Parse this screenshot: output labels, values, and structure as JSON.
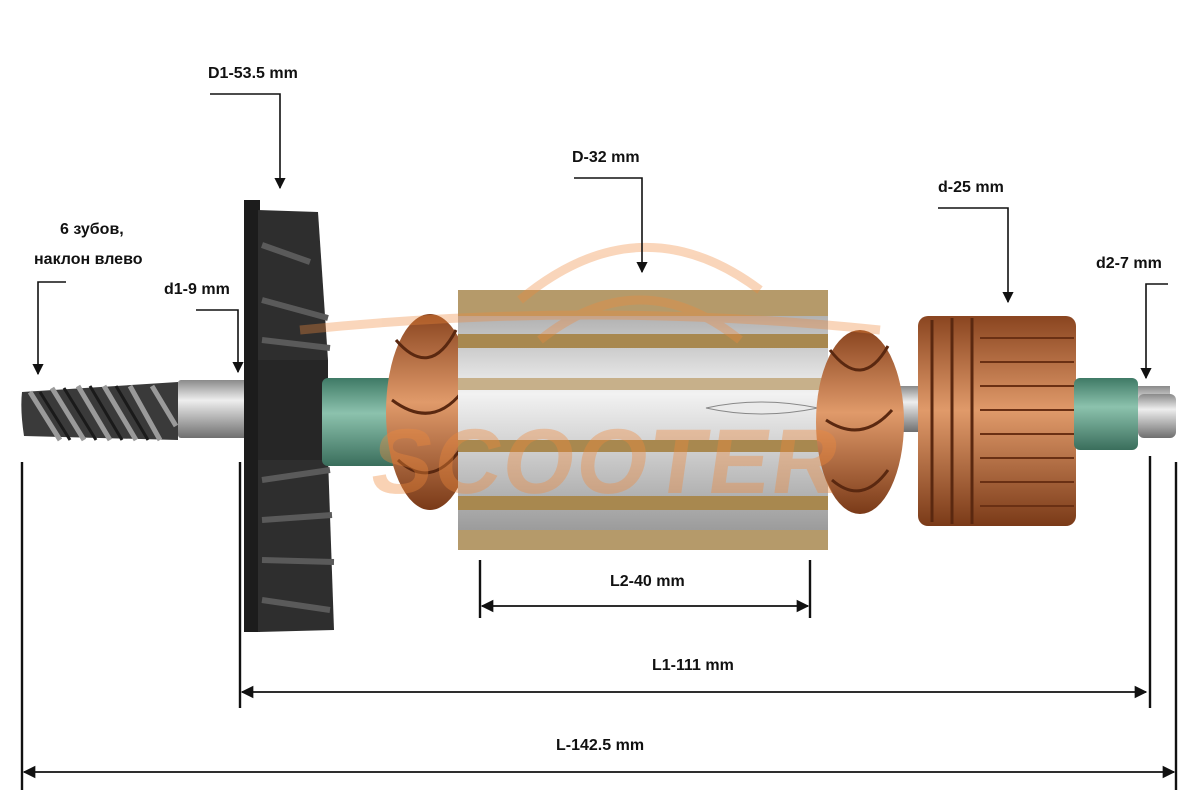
{
  "labels": {
    "fan_diameter": "D1-53.5 mm",
    "core_diameter": "D-32 mm",
    "commutator_diameter": "d-25 mm",
    "bearing_end_diameter": "d2-7 mm",
    "bearing_start_diameter": "d1-9 mm",
    "teeth_line1": "6 зубов,",
    "teeth_line2": "наклон влево",
    "core_length": "L2-40 mm",
    "shaft_length": "L1-111 mm",
    "total_length": "L-142.5 mm"
  },
  "watermark": {
    "text": "SCOOTER"
  },
  "colors": {
    "copper": "#c06a38",
    "copper_dark": "#7a3a18",
    "laminations": "#c9c9c9",
    "fan": "#2a2a2a",
    "insulation": "#5f9c86",
    "steel": "#b8b8b8",
    "watermark": "#f08a3c"
  }
}
